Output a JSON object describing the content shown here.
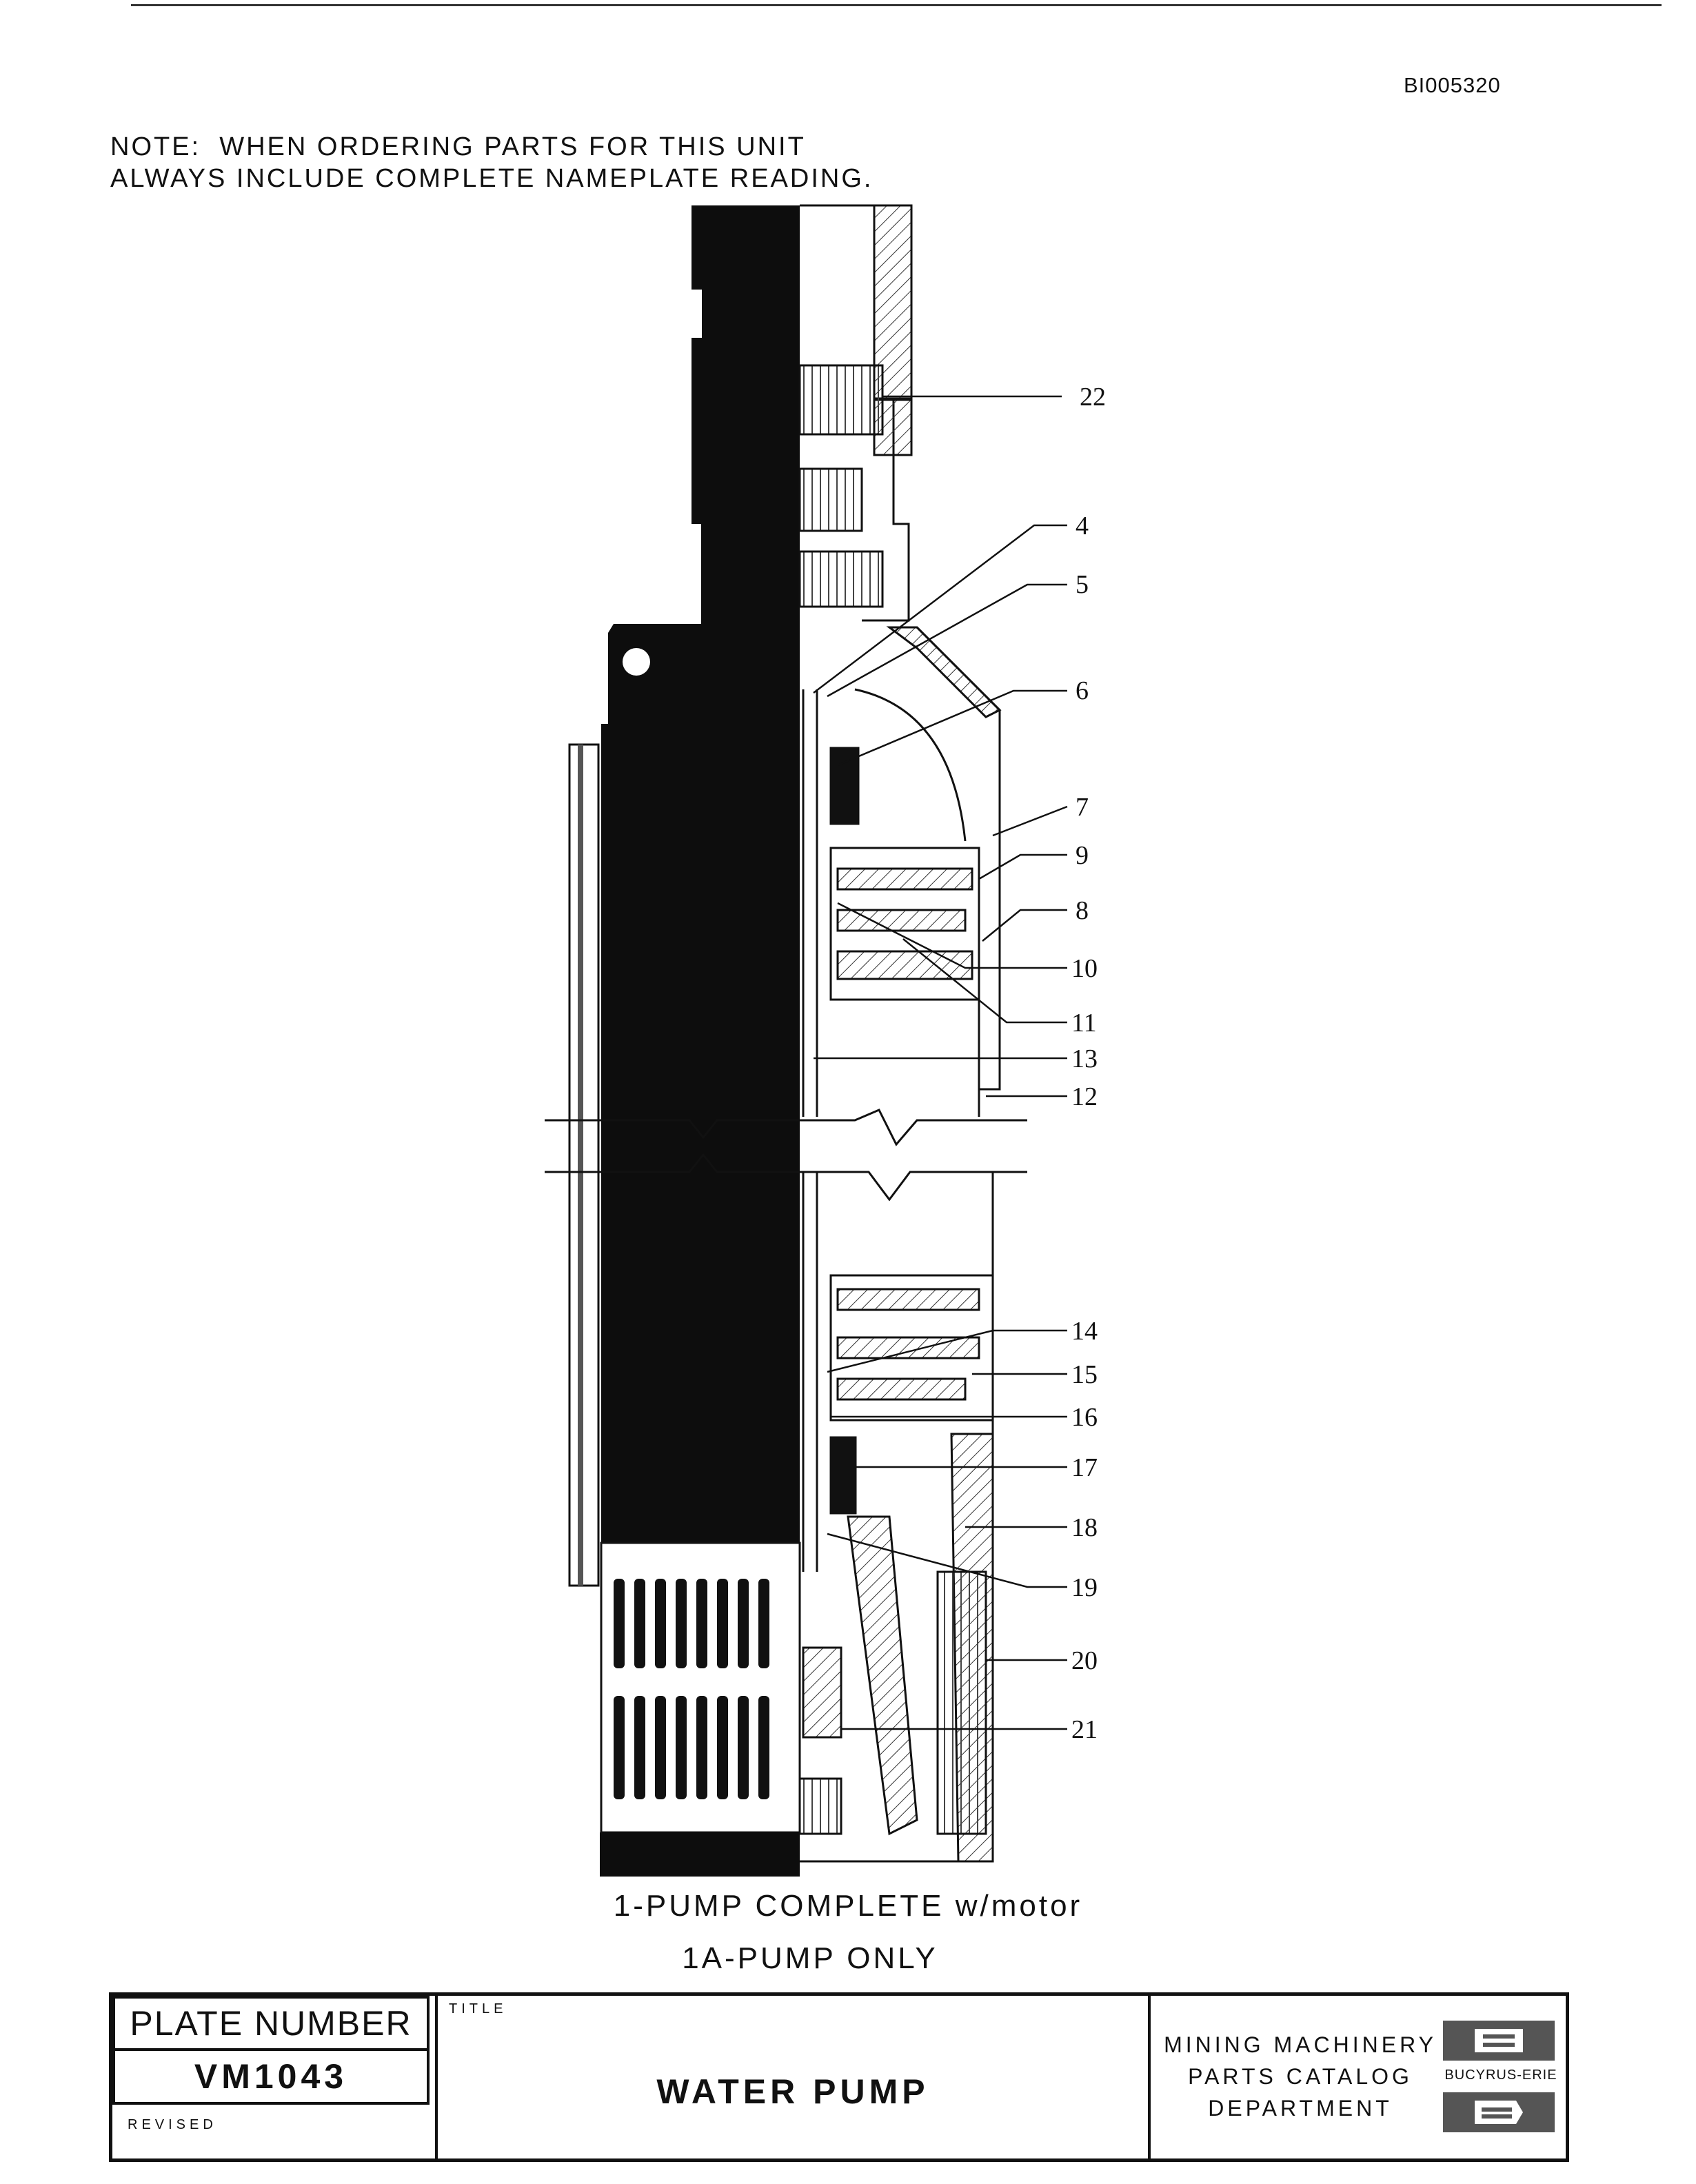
{
  "document_id": "BI005320",
  "note": {
    "line1": "NOTE:  WHEN ORDERING PARTS FOR THIS UNIT",
    "line2": "ALWAYS INCLUDE COMPLETE NAMEPLATE READING."
  },
  "callouts": [
    {
      "label": "22"
    },
    {
      "label": "4"
    },
    {
      "label": "5"
    },
    {
      "label": "6"
    },
    {
      "label": "7"
    },
    {
      "label": "9"
    },
    {
      "label": "8"
    },
    {
      "label": "10"
    },
    {
      "label": "11"
    },
    {
      "label": "13"
    },
    {
      "label": "12"
    },
    {
      "label": "14"
    },
    {
      "label": "15"
    },
    {
      "label": "16"
    },
    {
      "label": "17"
    },
    {
      "label": "18"
    },
    {
      "label": "19"
    },
    {
      "label": "20"
    },
    {
      "label": "21"
    }
  ],
  "captions": {
    "line1": "1-PUMP COMPLETE w/motor",
    "line2": "1A-PUMP ONLY"
  },
  "title_block": {
    "plate_number_label": "PLATE NUMBER",
    "plate_number": "VM1043",
    "revised_label": "REVISED",
    "title_label": "TITLE",
    "title": "WATER PUMP",
    "department_lines": [
      "MINING MACHINERY",
      "PARTS CATALOG",
      "DEPARTMENT"
    ],
    "brand": "BUCYRUS-ERIE"
  }
}
